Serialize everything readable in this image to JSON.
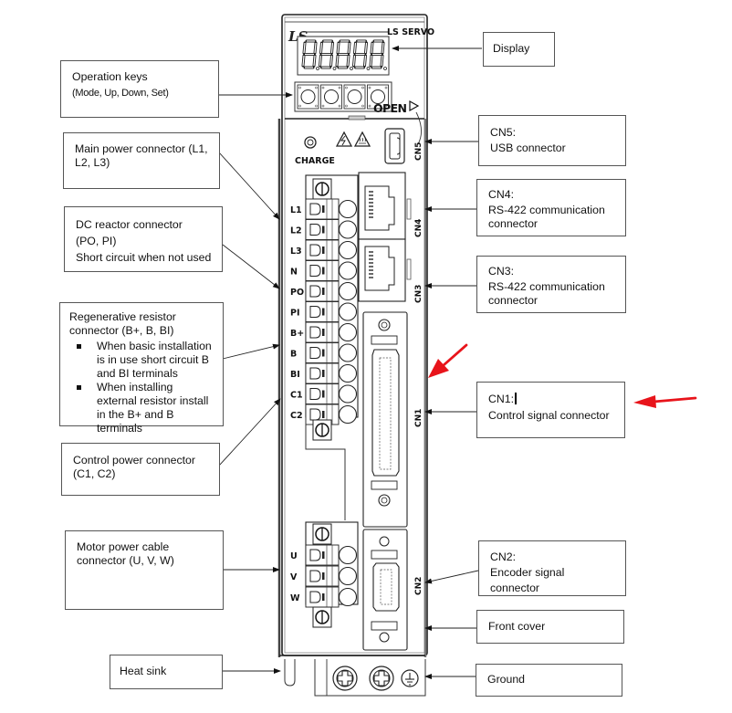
{
  "device": {
    "brand_logo": "LS",
    "brand_name": "LS SERVO",
    "display_digits": "88888",
    "open_label": "OPEN",
    "charge_label": "CHARGE",
    "warning_icons": [
      "electric-shock-warning-icon",
      "hot-surface-warning-icon"
    ],
    "terminal_labels_main": [
      "L1",
      "L2",
      "L3",
      "N",
      "PO",
      "PI",
      "B+",
      "B",
      "BI",
      "C1",
      "C2"
    ],
    "terminal_labels_motor": [
      "U",
      "V",
      "W"
    ],
    "connector_labels": {
      "cn5": "CN5",
      "cn4": "CN4",
      "cn3": "CN3",
      "cn1": "CN1",
      "cn2": "CN2"
    },
    "operation_key_count": 4
  },
  "callouts_left": {
    "operation_keys": {
      "title": "Operation keys",
      "detail": "(Mode, Up, Down, Set)"
    },
    "main_power": {
      "line1": "Main power connector (L1,",
      "line2": "L2, L3)"
    },
    "dc_reactor": {
      "line1": "DC reactor connector",
      "line2": "(PO, PI)",
      "line3": "Short circuit when not used"
    },
    "regen_resistor": {
      "line1": "Regenerative resistor",
      "line2": "connector (B+, B, BI)",
      "bullets": [
        "When basic installation is in use short circuit B and BI terminals",
        "When installing external resistor install in the B+ and B terminals"
      ]
    },
    "control_power": {
      "line1": "Control power connector",
      "line2": "(C1, C2)"
    },
    "motor_power": {
      "line1": "Motor power cable",
      "line2": "connector (U, V, W)"
    },
    "heat_sink": {
      "label": "Heat sink"
    }
  },
  "callouts_right": {
    "display": {
      "label": "Display"
    },
    "cn5": {
      "title": "CN5:",
      "desc": "USB connector"
    },
    "cn4": {
      "title": "CN4:",
      "desc1": "RS-422 communication",
      "desc2": "connector"
    },
    "cn3": {
      "title": "CN3:",
      "desc1": "RS-422 communication",
      "desc2": "connector"
    },
    "cn1": {
      "title": "CN1:",
      "desc": "Control signal connector"
    },
    "cn2": {
      "title": "CN2:",
      "desc": "Encoder signal connector"
    },
    "front_cover": {
      "label": "Front cover"
    },
    "ground": {
      "label": "Ground"
    }
  },
  "annotations": {
    "highlight_color": "#e8141b",
    "highlight_arrows": 2
  }
}
